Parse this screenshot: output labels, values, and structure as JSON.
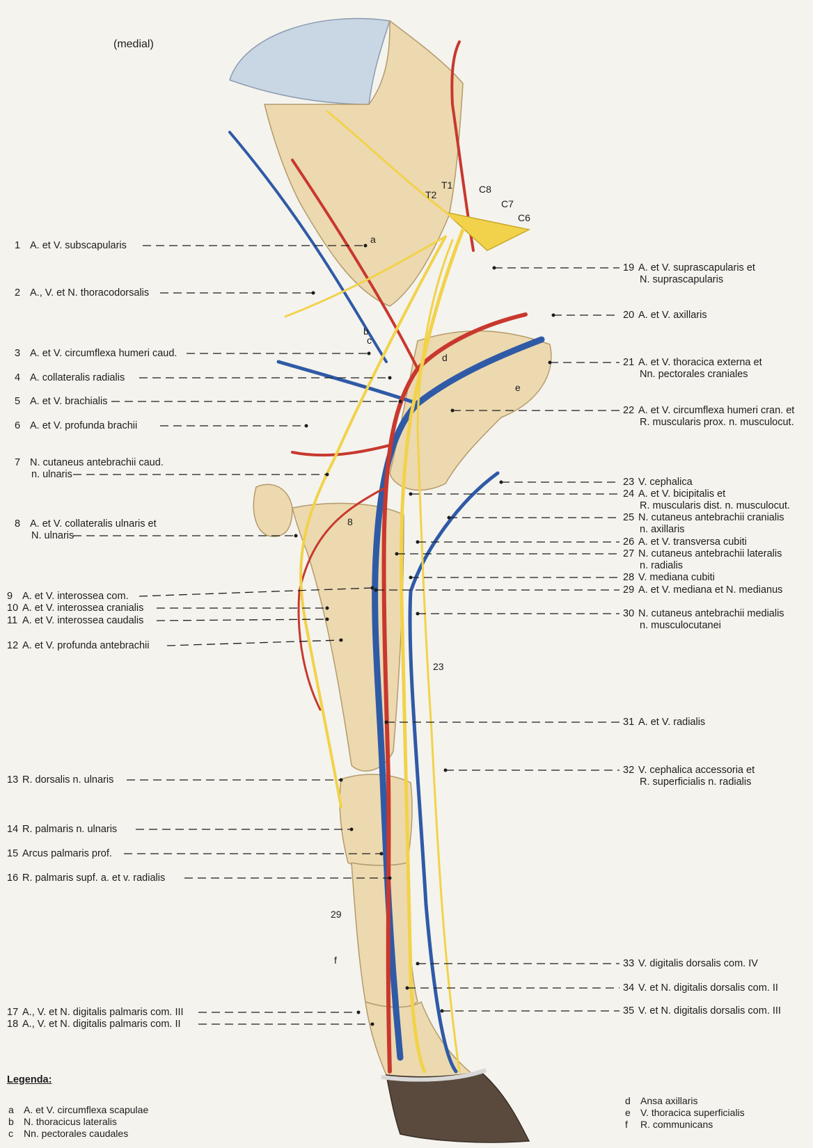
{
  "view_label": "(medial)",
  "root_labels": [
    "T2",
    "T1",
    "C8",
    "C7",
    "C6"
  ],
  "left_labels": [
    {
      "num": "1",
      "lines": [
        "A. et V. subscapularis"
      ]
    },
    {
      "num": "2",
      "lines": [
        "A., V. et N. thoracodorsalis"
      ]
    },
    {
      "num": "3",
      "lines": [
        "A. et V. circumflexa humeri caud."
      ]
    },
    {
      "num": "4",
      "lines": [
        "A. collateralis radialis"
      ]
    },
    {
      "num": "5",
      "lines": [
        "A. et V. brachialis"
      ]
    },
    {
      "num": "6",
      "lines": [
        "A. et V. profunda brachii"
      ]
    },
    {
      "num": "7",
      "lines": [
        "N. cutaneus antebrachii caud.",
        "n. ulnaris"
      ]
    },
    {
      "num": "8",
      "lines": [
        "A. et V. collateralis ulnaris et",
        "N. ulnaris"
      ]
    },
    {
      "num": "9",
      "lines": [
        "A. et V. interossea com."
      ]
    },
    {
      "num": "10",
      "lines": [
        "A. et V. interossea cranialis"
      ]
    },
    {
      "num": "11",
      "lines": [
        "A. et V. interossea caudalis"
      ]
    },
    {
      "num": "12",
      "lines": [
        "A. et V. profunda antebrachii"
      ]
    },
    {
      "num": "13",
      "lines": [
        "R. dorsalis n. ulnaris"
      ]
    },
    {
      "num": "14",
      "lines": [
        "R. palmaris n. ulnaris"
      ]
    },
    {
      "num": "15",
      "lines": [
        "Arcus palmaris prof."
      ]
    },
    {
      "num": "16",
      "lines": [
        "R. palmaris  supf. a. et v. radialis"
      ]
    },
    {
      "num": "17",
      "lines": [
        "A., V. et N. digitalis palmaris com. III"
      ]
    },
    {
      "num": "18",
      "lines": [
        "A., V. et N. digitalis palmaris com. II"
      ]
    }
  ],
  "right_labels": [
    {
      "num": "19",
      "lines": [
        "A. et V. suprascapularis et",
        "N. suprascapularis"
      ]
    },
    {
      "num": "20",
      "lines": [
        "A. et V. axillaris"
      ]
    },
    {
      "num": "21",
      "lines": [
        "A. et V. thoracica externa et",
        "Nn. pectorales craniales"
      ]
    },
    {
      "num": "22",
      "lines": [
        "A. et V. circumflexa humeri cran. et",
        "R. muscularis prox. n. musculocut."
      ]
    },
    {
      "num": "23",
      "lines": [
        "V. cephalica"
      ]
    },
    {
      "num": "24",
      "lines": [
        "A. et V. bicipitalis et",
        "R. muscularis dist. n. musculocut."
      ]
    },
    {
      "num": "25",
      "lines": [
        "N. cutaneus antebrachii cranialis",
        "n. axillaris"
      ]
    },
    {
      "num": "26",
      "lines": [
        "A. et V. transversa cubiti"
      ]
    },
    {
      "num": "27",
      "lines": [
        "N. cutaneus antebrachii lateralis",
        "n. radialis"
      ]
    },
    {
      "num": "28",
      "lines": [
        "V. mediana cubiti"
      ]
    },
    {
      "num": "29",
      "lines": [
        "A. et V. mediana et N. medianus"
      ]
    },
    {
      "num": "30",
      "lines": [
        "N. cutaneus antebrachii medialis",
        "n. musculocutanei"
      ]
    },
    {
      "num": "31",
      "lines": [
        "A. et V. radialis"
      ]
    },
    {
      "num": "32",
      "lines": [
        "V. cephalica accessoria et",
        "R. superficialis n. radialis"
      ]
    },
    {
      "num": "33",
      "lines": [
        "V. digitalis dorsalis com. IV"
      ]
    },
    {
      "num": "34",
      "lines": [
        "V. et N. digitalis dorsalis com. II"
      ]
    },
    {
      "num": "35",
      "lines": [
        "V. et N. digitalis dorsalis com. III"
      ]
    }
  ],
  "inline_tags": {
    "a": "a",
    "b": "b",
    "c": "c",
    "d": "d",
    "e": "e",
    "f": "f",
    "eight": "8",
    "twentythree": "23",
    "twentynine": "29"
  },
  "legend": {
    "title": "Legenda:",
    "items": [
      {
        "key": "a",
        "text": "A. et V. circumflexa scapulae"
      },
      {
        "key": "b",
        "text": "N. thoracicus lateralis"
      },
      {
        "key": "c",
        "text": "Nn. pectorales caudales"
      },
      {
        "key": "d",
        "text": "Ansa axillaris"
      },
      {
        "key": "e",
        "text": "V. thoracica superficialis"
      },
      {
        "key": "f",
        "text": "R. communicans"
      }
    ]
  },
  "colors": {
    "background": "#f4f3ee",
    "bone": "#ecd9b0",
    "cartilage": "#c9d6e3",
    "artery": "#c8382e",
    "vein": "#2f5aa6",
    "nerve": "#f2d24a",
    "leader": "#1c1c1c",
    "hoof": "#5a4a3e"
  }
}
